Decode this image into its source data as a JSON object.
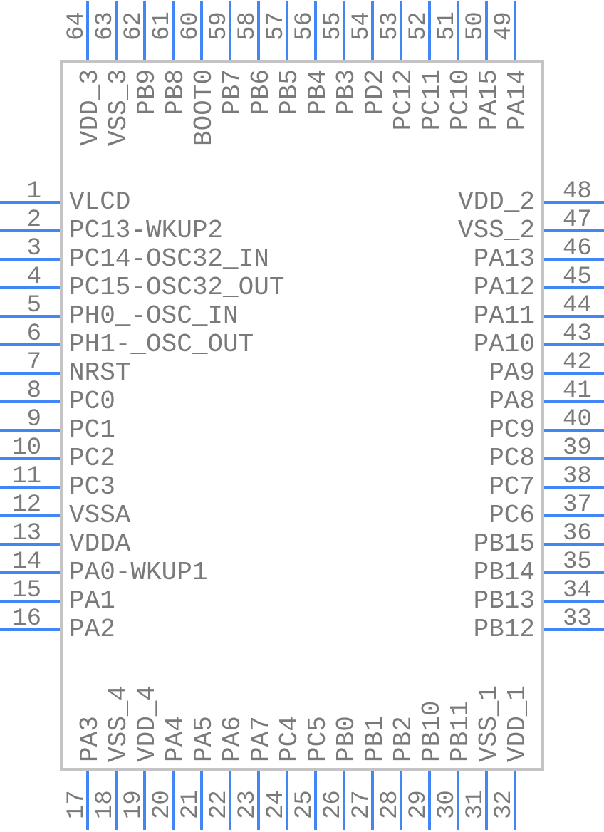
{
  "diagram": {
    "type": "ic-pinout",
    "pin_count": 64,
    "colors": {
      "pin_line": "#4285f4",
      "body_border": "#c4c4c4",
      "text": "#7a7a7a",
      "background": "#ffffff"
    }
  },
  "pins": {
    "left": [
      {
        "num": "1",
        "label": "VLCD"
      },
      {
        "num": "2",
        "label": "PC13-WKUP2"
      },
      {
        "num": "3",
        "label": "PC14-OSC32_IN"
      },
      {
        "num": "4",
        "label": "PC15-OSC32_OUT"
      },
      {
        "num": "5",
        "label": "PH0_-OSC_IN"
      },
      {
        "num": "6",
        "label": "PH1-_OSC_OUT"
      },
      {
        "num": "7",
        "label": "NRST"
      },
      {
        "num": "8",
        "label": "PC0"
      },
      {
        "num": "9",
        "label": "PC1"
      },
      {
        "num": "10",
        "label": "PC2"
      },
      {
        "num": "11",
        "label": "PC3"
      },
      {
        "num": "12",
        "label": "VSSA"
      },
      {
        "num": "13",
        "label": "VDDA"
      },
      {
        "num": "14",
        "label": "PA0-WKUP1"
      },
      {
        "num": "15",
        "label": "PA1"
      },
      {
        "num": "16",
        "label": "PA2"
      }
    ],
    "bottom": [
      {
        "num": "17",
        "label": "PA3"
      },
      {
        "num": "18",
        "label": "VSS_4"
      },
      {
        "num": "19",
        "label": "VDD_4"
      },
      {
        "num": "20",
        "label": "PA4"
      },
      {
        "num": "21",
        "label": "PA5"
      },
      {
        "num": "22",
        "label": "PA6"
      },
      {
        "num": "23",
        "label": "PA7"
      },
      {
        "num": "24",
        "label": "PC4"
      },
      {
        "num": "25",
        "label": "PC5"
      },
      {
        "num": "26",
        "label": "PB0"
      },
      {
        "num": "27",
        "label": "PB1"
      },
      {
        "num": "28",
        "label": "PB2"
      },
      {
        "num": "29",
        "label": "PB10"
      },
      {
        "num": "30",
        "label": "PB11"
      },
      {
        "num": "31",
        "label": "VSS_1"
      },
      {
        "num": "32",
        "label": "VDD_1"
      }
    ],
    "right": [
      {
        "num": "48",
        "label": "VDD_2"
      },
      {
        "num": "47",
        "label": "VSS_2"
      },
      {
        "num": "46",
        "label": "PA13"
      },
      {
        "num": "45",
        "label": "PA12"
      },
      {
        "num": "44",
        "label": "PA11"
      },
      {
        "num": "43",
        "label": "PA10"
      },
      {
        "num": "42",
        "label": "PA9"
      },
      {
        "num": "41",
        "label": "PA8"
      },
      {
        "num": "40",
        "label": "PC9"
      },
      {
        "num": "39",
        "label": "PC8"
      },
      {
        "num": "38",
        "label": "PC7"
      },
      {
        "num": "37",
        "label": "PC6"
      },
      {
        "num": "36",
        "label": "PB15"
      },
      {
        "num": "35",
        "label": "PB14"
      },
      {
        "num": "34",
        "label": "PB13"
      },
      {
        "num": "33",
        "label": "PB12"
      }
    ],
    "top": [
      {
        "num": "64",
        "label": "VDD_3"
      },
      {
        "num": "63",
        "label": "VSS_3"
      },
      {
        "num": "62",
        "label": "PB9"
      },
      {
        "num": "61",
        "label": "PB8"
      },
      {
        "num": "60",
        "label": "BOOT0"
      },
      {
        "num": "59",
        "label": "PB7"
      },
      {
        "num": "58",
        "label": "PB6"
      },
      {
        "num": "57",
        "label": "PB5"
      },
      {
        "num": "56",
        "label": "PB4"
      },
      {
        "num": "55",
        "label": "PB3"
      },
      {
        "num": "54",
        "label": "PD2"
      },
      {
        "num": "53",
        "label": "PC12"
      },
      {
        "num": "52",
        "label": "PC11"
      },
      {
        "num": "51",
        "label": "PC10"
      },
      {
        "num": "50",
        "label": "PA15"
      },
      {
        "num": "49",
        "label": "PA14"
      }
    ]
  }
}
